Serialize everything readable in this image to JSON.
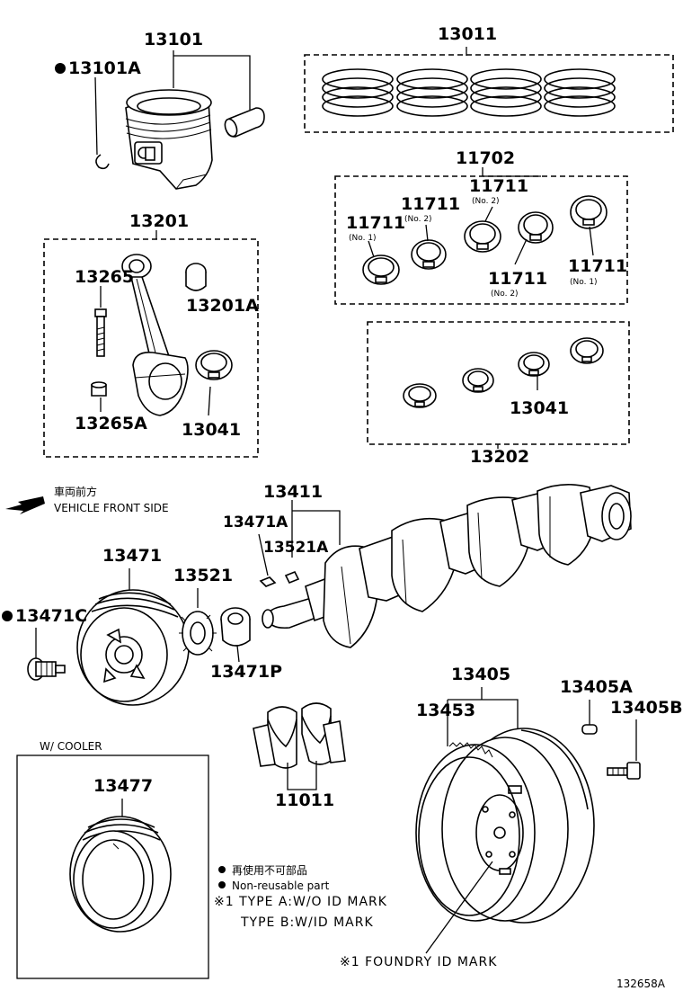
{
  "parts": {
    "p13101": "13101",
    "p13101A": "13101A",
    "p13011": "13011",
    "p11702": "11702",
    "p11711_no1_left": "11711",
    "p11711_no2_a": "11711",
    "p11711_no2_b": "11711",
    "p11711_no2_c": "11711",
    "p11711_no1_right": "11711",
    "p13201": "13201",
    "p13265": "13265",
    "p13201A": "13201A",
    "p13265A": "13265A",
    "p13041_left": "13041",
    "p13041_right": "13041",
    "p13202": "13202",
    "p13411": "13411",
    "p13471A": "13471A",
    "p13521A": "13521A",
    "p13471": "13471",
    "p13521": "13521",
    "p13471C": "13471C",
    "p13471P": "13471P",
    "p13405": "13405",
    "p13405A": "13405A",
    "p13405B": "13405B",
    "p13453": "13453",
    "p11011": "11011",
    "p13477": "13477"
  },
  "sublabels": {
    "no1_left": "(No. 1)",
    "no2_a": "(No. 2)",
    "no2_b": "(No. 2)",
    "no2_c": "(No. 2)",
    "no1_right": "(No. 1)"
  },
  "direction": {
    "jp": "車両前方",
    "en": "VEHICLE FRONT SIDE"
  },
  "cooler_label": "W/ COOLER",
  "legend": {
    "line1_jp": "再使用不可部品",
    "line2_en": "Non-reusable part",
    "line3": "※1 TYPE  A:W/O  ID MARK",
    "line4": "TYPE  B:W/ID  MARK"
  },
  "foundry_note": "※1 FOUNDRY ID MARK",
  "figure_id": "132658A"
}
